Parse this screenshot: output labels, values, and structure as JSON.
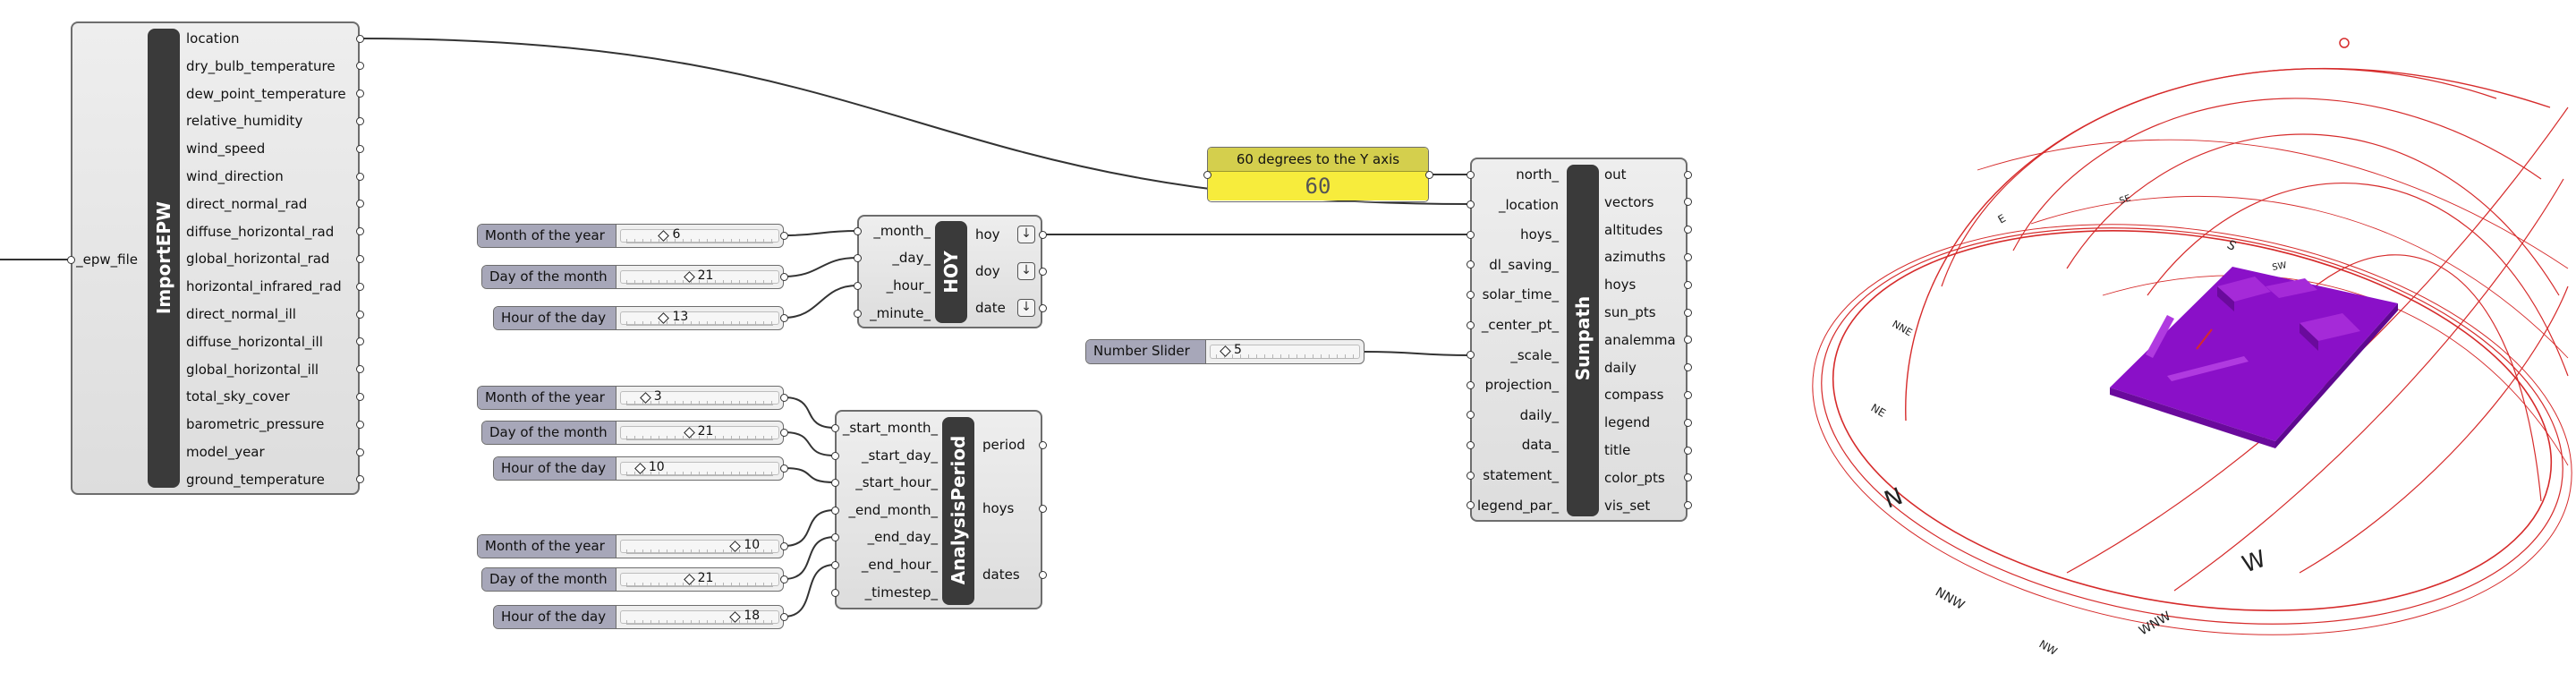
{
  "importepw": {
    "title": "ImportEPW",
    "input": "_epw_file",
    "outputs": [
      "location",
      "dry_bulb_temperature",
      "dew_point_temperature",
      "relative_humidity",
      "wind_speed",
      "wind_direction",
      "direct_normal_rad",
      "diffuse_horizontal_rad",
      "global_horizontal_rad",
      "horizontal_infrared_rad",
      "direct_normal_ill",
      "diffuse_horizontal_ill",
      "global_horizontal_ill",
      "total_sky_cover",
      "barometric_pressure",
      "model_year",
      "ground_temperature"
    ]
  },
  "hoy_sliders": [
    {
      "label": "Month of the year",
      "value": "6"
    },
    {
      "label": "Day of the month",
      "value": "21"
    },
    {
      "label": "Hour of the day",
      "value": "13"
    }
  ],
  "hoy": {
    "title": "HOY",
    "inputs": [
      "_month_",
      "_day_",
      "_hour_",
      "_minute_"
    ],
    "outputs": [
      "hoy",
      "doy",
      "date"
    ],
    "download_icon": "↓"
  },
  "period_sliders": [
    {
      "label": "Month of the year",
      "value": "3"
    },
    {
      "label": "Day of the month",
      "value": "21"
    },
    {
      "label": "Hour of the day",
      "value": "10"
    },
    {
      "label": "Month of the year",
      "value": "10"
    },
    {
      "label": "Day of the month",
      "value": "21"
    },
    {
      "label": "Hour of the day",
      "value": "18"
    }
  ],
  "analysis_period": {
    "title": "AnalysisPeriod",
    "inputs": [
      "_start_month_",
      "_start_day_",
      "_start_hour_",
      "_end_month_",
      "_end_day_",
      "_end_hour_",
      "_timestep_"
    ],
    "outputs": [
      "period",
      "hoys",
      "dates"
    ]
  },
  "panel": {
    "header": "60 degrees to the Y axis",
    "value": "60"
  },
  "number_slider": {
    "label": "Number Slider",
    "value": "5"
  },
  "sunpath": {
    "title": "Sunpath",
    "inputs": [
      "north_",
      "_location",
      "hoys_",
      "dl_saving_",
      "solar_time_",
      "_center_pt_",
      "_scale_",
      "projection_",
      "daily_",
      "data_",
      "statement_",
      "legend_par_"
    ],
    "outputs": [
      "out",
      "vectors",
      "altitudes",
      "azimuths",
      "hoys",
      "sun_pts",
      "analemma",
      "daily",
      "compass",
      "legend",
      "title",
      "color_pts",
      "vis_set"
    ]
  },
  "viewport": {
    "compass_labels": [
      "N",
      "NNW",
      "NW",
      "WNW",
      "W",
      "NE",
      "NNE",
      "E",
      "S",
      "SE",
      "SW"
    ],
    "sunpath_color": "#d62b2b",
    "model_color": "#8a10c8",
    "model_top_color": "#a52ad8"
  },
  "colors": {
    "component_bg": "#e4e4e4",
    "component_spine": "#3a3a3a",
    "slider_label_bg": "#a7a7b9",
    "panel_header": "#d4cf4d",
    "panel_body": "#f7ec3c",
    "wire": "#333333"
  }
}
